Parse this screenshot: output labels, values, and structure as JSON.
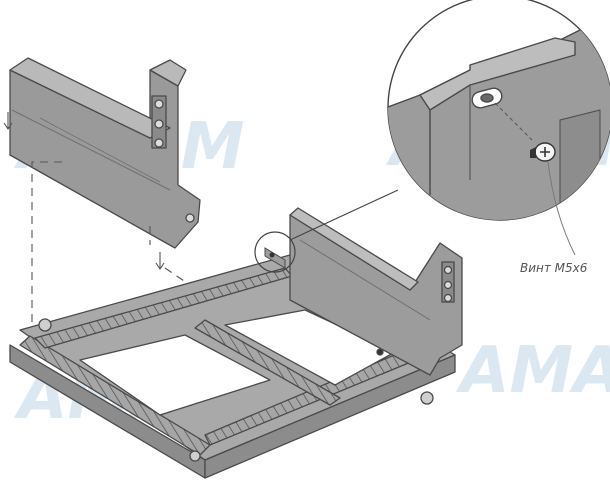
{
  "callout": {
    "label": "Винт М5х6"
  },
  "watermark": {
    "text": "AMAM"
  },
  "colors": {
    "metal_fill": "#9a9a9a",
    "metal_light": "#b9b9b9",
    "metal_dark": "#6f6f6f",
    "outline": "#4a4a4a",
    "watermark": "#dbe8f1",
    "leader": "#777777"
  },
  "icons": {
    "detail": "magnified-screw-detail",
    "arrow": "down-arrow-icon"
  }
}
